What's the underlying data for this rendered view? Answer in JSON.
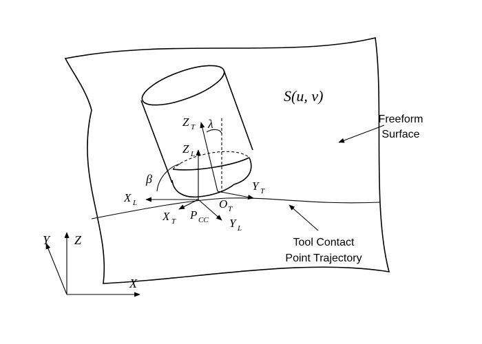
{
  "labels": {
    "surface_eq": "S(u, v)",
    "freeform_line1": "Freeform",
    "freeform_line2": "Surface",
    "trajectory_line1": "Tool Contact",
    "trajectory_line2": "Point Trajectory",
    "lambda": "λ",
    "beta": "β",
    "zt_main": "Z",
    "zt_sub": "T",
    "zl_main": "Z",
    "zl_sub": "L",
    "xl_main": "X",
    "xl_sub": "L",
    "xt_main": "X",
    "xt_sub": "T",
    "pcc_main": "P",
    "pcc_sub": "CC",
    "ot_main": "O",
    "ot_sub": "T",
    "yt_main": "Y",
    "yt_sub": "T",
    "yl_main": "Y",
    "yl_sub": "L",
    "global_x": "X",
    "global_y": "Y",
    "global_z": "Z"
  }
}
